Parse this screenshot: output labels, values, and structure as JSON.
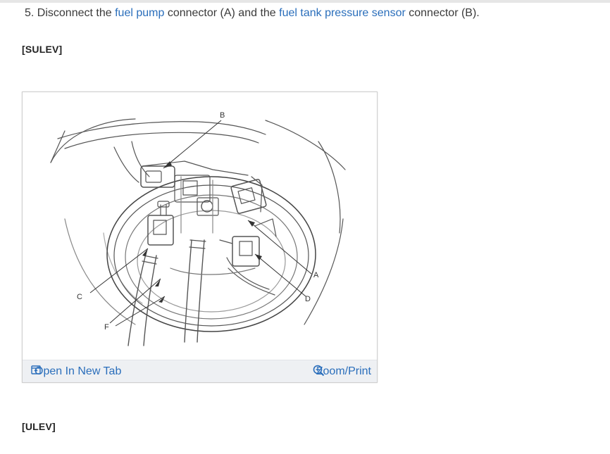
{
  "step": {
    "number": "5.",
    "text_before": "Disconnect the",
    "link_fuel_pump": "fuel pump",
    "text_middle": "connector (A) and the",
    "link_pressure_sensor": "fuel tank pressure sensor",
    "text_after": "connector (B)."
  },
  "sections": {
    "sulev": "[SULEV]",
    "ulev": "[ULEV]"
  },
  "figure": {
    "labels": {
      "a": "A",
      "b": "B",
      "c": "C",
      "d": "D",
      "f": "F"
    },
    "open_tab_label": "Open In New Tab",
    "zoom_label": "Zoom/Print"
  },
  "colors": {
    "link": "#2a6ebb",
    "toolbar_bg": "#eef0f3"
  },
  "icons": {
    "open_tab": "open-new-tab-icon",
    "zoom": "zoom-in-icon"
  }
}
